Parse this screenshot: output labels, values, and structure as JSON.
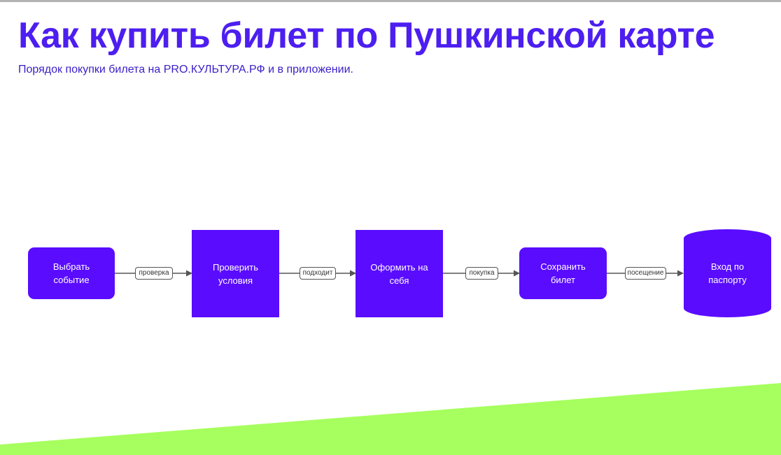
{
  "page": {
    "title": "Как купить билет по Пушкинской карте",
    "subtitle": "Порядок покупки билета на PRO.КУЛЬТУРА.РФ и в приложении."
  },
  "colors": {
    "accent": "#5a0cff",
    "title": "#4d1ef0",
    "green_band": "#a6ff5e"
  },
  "flow": {
    "nodes": [
      {
        "id": "choose",
        "line1": "Выбрать",
        "line2": "событие",
        "shape": "rounded-rectangle"
      },
      {
        "id": "check",
        "line1": "Проверить",
        "line2": "условия",
        "shape": "rectangle"
      },
      {
        "id": "register",
        "line1": "Оформить на",
        "line2": "себя",
        "shape": "rectangle"
      },
      {
        "id": "save",
        "line1": "Сохранить",
        "line2": "билет",
        "shape": "rounded-rectangle"
      },
      {
        "id": "entry",
        "line1": "Вход по",
        "line2": "паспорту",
        "shape": "cylinder"
      }
    ],
    "edges": [
      {
        "from": "choose",
        "to": "check",
        "label": "проверка"
      },
      {
        "from": "check",
        "to": "register",
        "label": "подходит"
      },
      {
        "from": "register",
        "to": "save",
        "label": "покупка"
      },
      {
        "from": "save",
        "to": "entry",
        "label": "посещение"
      }
    ]
  }
}
